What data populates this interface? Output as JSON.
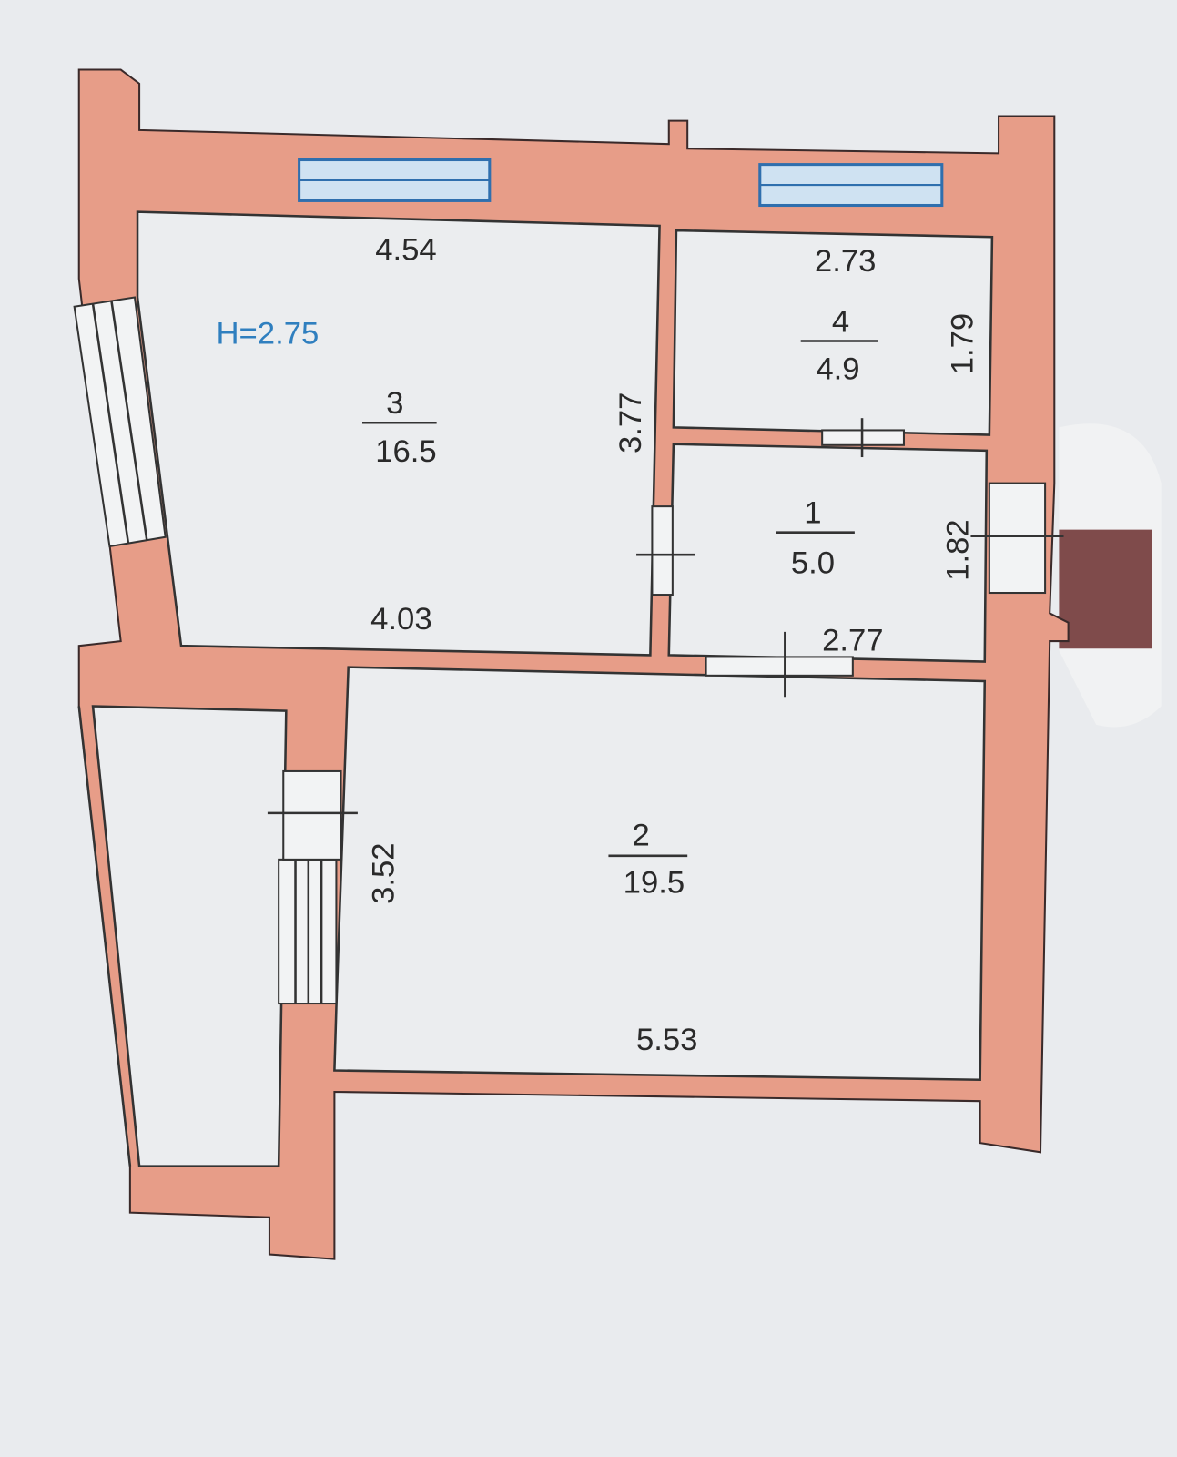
{
  "plan": {
    "ceiling_height": "H=2.75",
    "rooms": [
      {
        "number": "1",
        "area": "5.0",
        "dims": [
          "2.77",
          "1.82"
        ]
      },
      {
        "number": "2",
        "area": "19.5",
        "dims": [
          "5.53",
          "3.52"
        ]
      },
      {
        "number": "3",
        "area": "16.5",
        "dims": [
          "4.54",
          "4.03",
          "3.77"
        ]
      },
      {
        "number": "4",
        "area": "4.9",
        "dims": [
          "2.73",
          "1.79"
        ]
      }
    ]
  },
  "colors": {
    "wall": "#e79d88",
    "background": "#e9ebee",
    "radiator": "#2f6fae",
    "blocked": "#7f4b4b",
    "height_label": "#2f7fbf"
  }
}
